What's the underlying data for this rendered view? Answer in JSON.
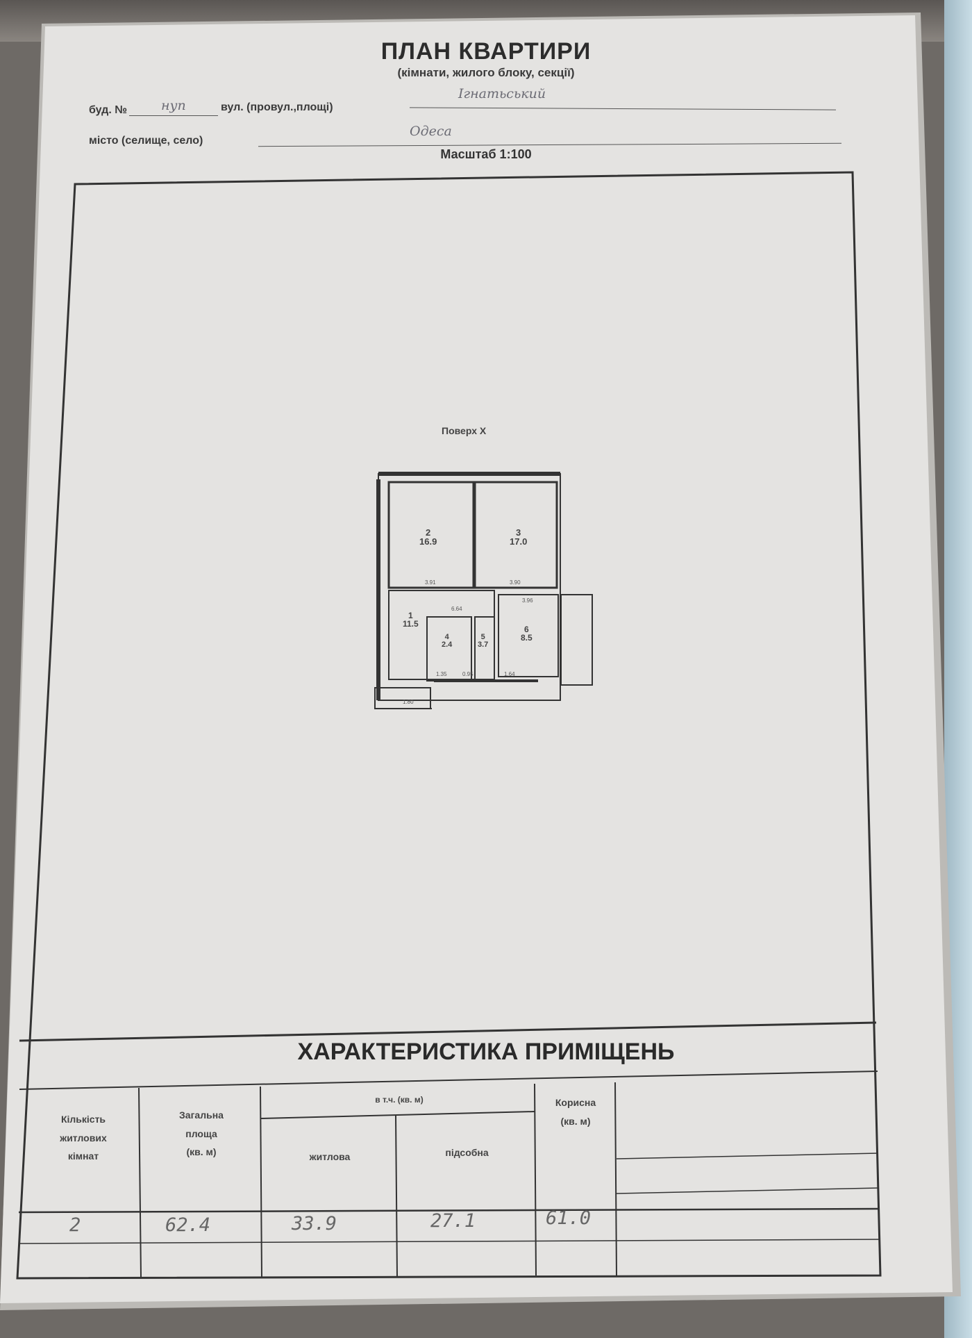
{
  "header": {
    "title": "ПЛАН КВАРТИРИ",
    "subtitle": "(кімнати, жилого блоку, секції)",
    "building_label": "буд. №",
    "building_value": "нуп",
    "street_label": "вул. (провул.,площі)",
    "street_value": "Ігнатьський",
    "city_label": "місто (селище, село)",
    "city_value": "Одеса",
    "scale": "Масштаб 1:100"
  },
  "plan": {
    "floor_label": "Поверх X",
    "rooms": [
      {
        "number": "2",
        "area": "16.9"
      },
      {
        "number": "3",
        "area": "17.0"
      },
      {
        "number": "1",
        "area": "11.5"
      },
      {
        "number": "4",
        "area": "2.4"
      },
      {
        "number": "5",
        "area": "3.7"
      },
      {
        "number": "6",
        "area": "8.5"
      }
    ],
    "dimensions": [
      "3.91",
      "3.90",
      "3.96",
      "6.64",
      "1.80",
      "1.35",
      "0.95",
      "1.64"
    ]
  },
  "characteristics": {
    "title": "ХАРАКТЕРИСТИКА ПРИМІЩЕНЬ",
    "col_rooms": [
      "Кількість",
      "житлових",
      "кімнат"
    ],
    "col_total": [
      "Загальна",
      "площа",
      "(кв. м)"
    ],
    "col_incl": "в т.ч. (кв. м)",
    "col_living": "житлова",
    "col_aux": "підсобна",
    "col_useful": [
      "Корисна",
      "(кв. м)"
    ],
    "values": {
      "rooms": "2",
      "total": "62.4",
      "living": "33.9",
      "aux": "27.1",
      "useful": "61.0"
    }
  }
}
